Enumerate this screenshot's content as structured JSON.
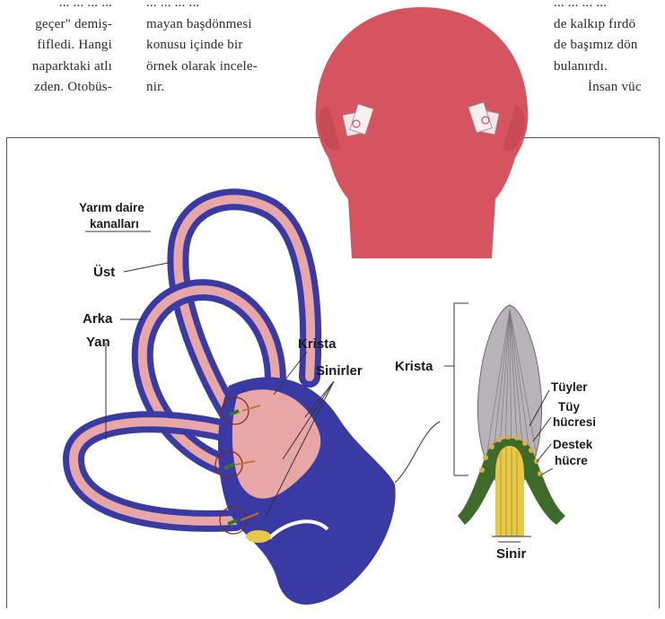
{
  "text_columns": {
    "left": [
      "... ... ... ...",
      "geçer\" demiş-",
      "fifledi. Hangi",
      "naparktaki atlı",
      "zden. Otobüs-"
    ],
    "middle": [
      "... ... ... ...",
      "mayan başdönmesi",
      "konusu içinde bir",
      "örnek olarak incele-",
      "nir."
    ],
    "right": [
      "... ... ... ...",
      "de kalkıp fırdö",
      "de başımız dön",
      "bulanırdı.",
      "İnsan vüc"
    ]
  },
  "figure": {
    "labels": {
      "canals_title_line1": "Yarım daire",
      "canals_title_line2": "kanalları",
      "upper": "Üst",
      "back": "Arka",
      "side": "Yan",
      "crista": "Krista",
      "nerves": "Sinirler",
      "crista_detail": "Krista",
      "hairs": "Tüyler",
      "hair_cell_1": "Tüy",
      "hair_cell_2": "hücresi",
      "support_cell_1": "Destek",
      "support_cell_2": "hücre",
      "nerve": "Sinir"
    },
    "colors": {
      "head": "#d6545f",
      "canal_outer": "#3a3aa5",
      "canal_inner": "#e8a6a6",
      "vestibule": "#3a3aa5",
      "crista_body": "#b7b3b8",
      "crista_green": "#3f6b2a",
      "nerve_yellow": "#e6c84a"
    }
  }
}
